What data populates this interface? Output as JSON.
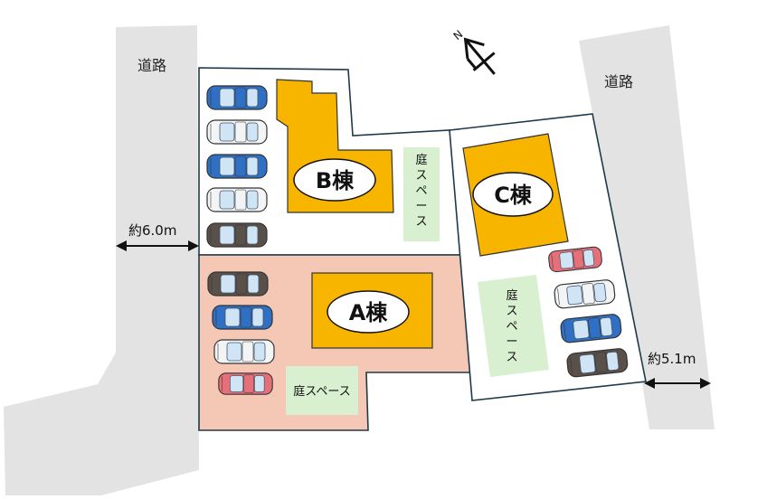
{
  "roads": {
    "west_label": "道路",
    "east_label": "道路"
  },
  "compass": {
    "letter": "N"
  },
  "dimensions": {
    "west_width": "約6.0m",
    "east_width": "約5.1m"
  },
  "buildings": {
    "a": "A棟",
    "b": "B棟",
    "c": "C棟"
  },
  "gardens": {
    "label": "庭スペース",
    "vertical_chars": [
      "庭",
      "ス",
      "ペ",
      "ー",
      "ス"
    ]
  },
  "colors": {
    "road": "#e3e3e3",
    "lot_a": "#f4c8b4",
    "lot_bc": "#ffffff",
    "building": "#f7b500",
    "garden": "#d8f0d0",
    "outline": "#1e3a4a",
    "car_blue": "#2f6fc4",
    "car_white": "#f2f4f6",
    "car_brown": "#5a504a",
    "car_pink": "#e6707a"
  }
}
